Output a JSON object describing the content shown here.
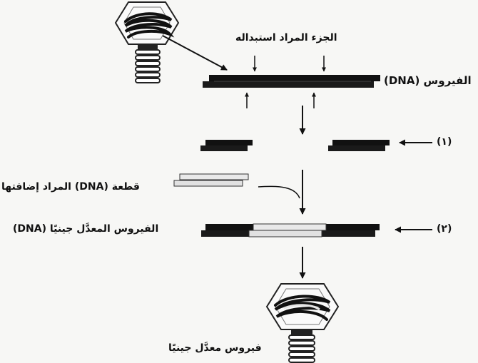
{
  "labels": {
    "part_to_replace": "الجزء المراد استبداله",
    "virus_dna": "(DNA) الفيروس",
    "step_1": "(١)",
    "dna_to_add": "قطعة (DNA) المراد إضافتها",
    "modified_virus_dna": "(DNA) الفيروس المعدَّل جينيًا",
    "step_2": "(٢)",
    "modified_virus": "فيروس معدَّل جينيًا"
  }
}
